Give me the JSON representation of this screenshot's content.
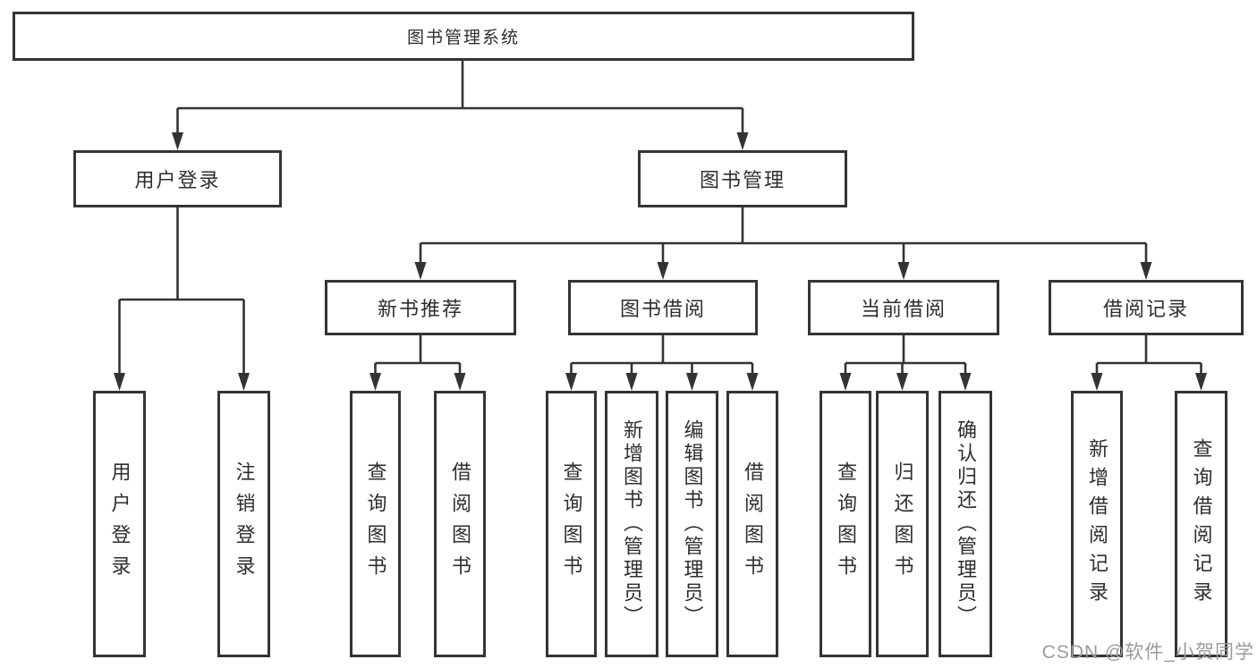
{
  "diagram_title": "图书管理系统",
  "tree": {
    "root": {
      "label": "图书管理系统",
      "children": [
        {
          "label": "用户登录",
          "children": [
            {
              "label": "用户登录"
            },
            {
              "label": "注销登录"
            }
          ]
        },
        {
          "label": "图书管理",
          "children": [
            {
              "label": "新书推荐",
              "children": [
                {
                  "label": "查询图书"
                },
                {
                  "label": "借阅图书"
                }
              ]
            },
            {
              "label": "图书借阅",
              "children": [
                {
                  "label": "查询图书"
                },
                {
                  "label": "新增图书（管理员）"
                },
                {
                  "label": "编辑图书（管理员）"
                },
                {
                  "label": "借阅图书"
                }
              ]
            },
            {
              "label": "当前借阅",
              "children": [
                {
                  "label": "查询图书"
                },
                {
                  "label": "归还图书"
                },
                {
                  "label": "确认归还（管理员）"
                }
              ]
            },
            {
              "label": "借阅记录",
              "children": [
                {
                  "label": "新增借阅记录"
                },
                {
                  "label": "查询借阅记录"
                }
              ]
            }
          ]
        }
      ]
    }
  },
  "watermark": "CSDN @软件_小贺同学",
  "colors": {
    "line": "#333333",
    "box_border": "#343434",
    "text": "#2e2e2e",
    "watermark": "#9b9b9b",
    "background": "#ffffff"
  }
}
